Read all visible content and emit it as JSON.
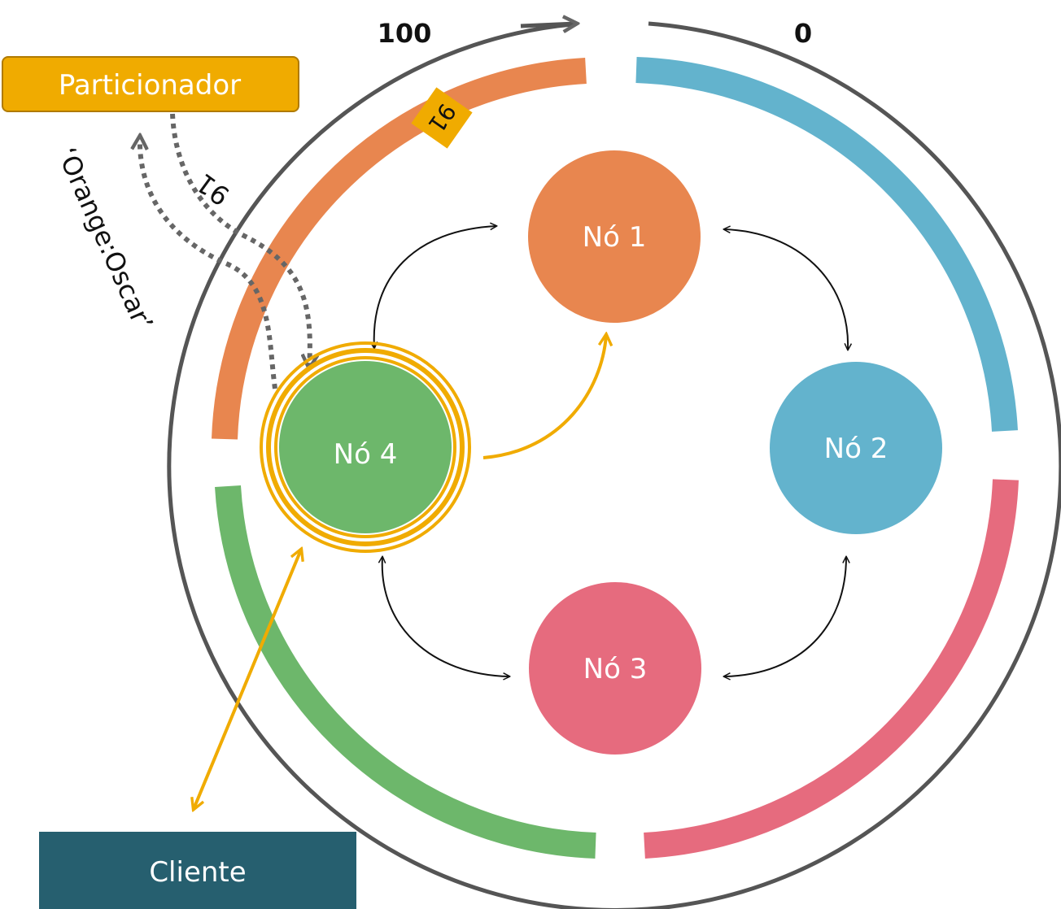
{
  "ring": {
    "label_start": "100",
    "label_end": "0"
  },
  "nodes": {
    "node1": {
      "label": "Nó 1",
      "color": "#e8864f"
    },
    "node2": {
      "label": "Nó 2",
      "color": "#63b3cd"
    },
    "node3": {
      "label": "Nó 3",
      "color": "#e66b7e"
    },
    "node4": {
      "label": "Nó 4",
      "color": "#6db76b"
    }
  },
  "partitioner": {
    "label": "Particionador",
    "color": "#f0ab00"
  },
  "client": {
    "label": "Cliente",
    "color": "#265f6f"
  },
  "token": {
    "value": "91",
    "color": "#f0ab00"
  },
  "flows": {
    "key_label": "‘Orange:Oscar’",
    "hash_label": "91"
  },
  "colors": {
    "ring": "#555555",
    "highlight": "#f0ab00",
    "flow_dotted": "#666666"
  }
}
